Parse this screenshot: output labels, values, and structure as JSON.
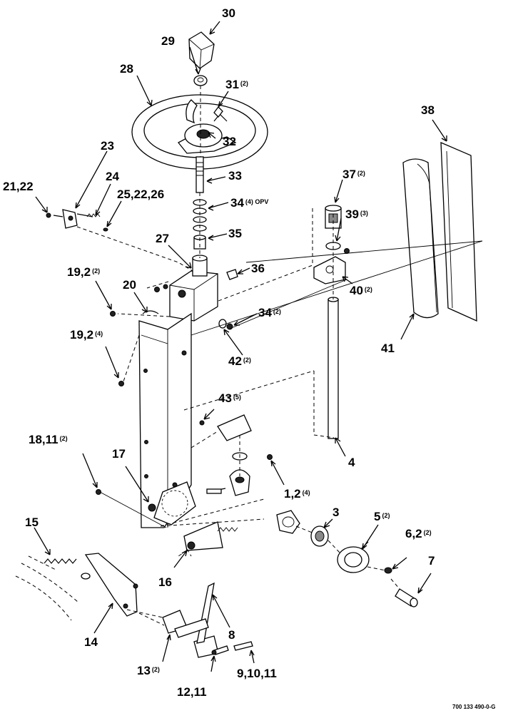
{
  "diagram": {
    "footer_code": "700 133 490-0-G",
    "callouts": [
      {
        "id": "c30",
        "number": "30",
        "qty": ""
      },
      {
        "id": "c29",
        "number": "29",
        "qty": ""
      },
      {
        "id": "c28",
        "number": "28",
        "qty": ""
      },
      {
        "id": "c31",
        "number": "31",
        "qty": "(2)"
      },
      {
        "id": "c32",
        "number": "32",
        "qty": ""
      },
      {
        "id": "c23",
        "number": "23",
        "qty": ""
      },
      {
        "id": "c21",
        "number": "21,22",
        "qty": ""
      },
      {
        "id": "c24",
        "number": "24",
        "qty": ""
      },
      {
        "id": "c25",
        "number": "25,22,26",
        "qty": ""
      },
      {
        "id": "c33",
        "number": "33",
        "qty": ""
      },
      {
        "id": "c34a",
        "number": "34",
        "qty": "(4) OPV"
      },
      {
        "id": "c35",
        "number": "35",
        "qty": ""
      },
      {
        "id": "c27",
        "number": "27",
        "qty": ""
      },
      {
        "id": "c36",
        "number": "36",
        "qty": ""
      },
      {
        "id": "c37",
        "number": "37",
        "qty": "(2)"
      },
      {
        "id": "c38",
        "number": "38",
        "qty": ""
      },
      {
        "id": "c39",
        "number": "39",
        "qty": "(3)"
      },
      {
        "id": "c40",
        "number": "40",
        "qty": "(2)"
      },
      {
        "id": "c19a",
        "number": "19,2",
        "qty": "(2)"
      },
      {
        "id": "c20",
        "number": "20",
        "qty": ""
      },
      {
        "id": "c34b",
        "number": "34",
        "qty": "(2)"
      },
      {
        "id": "c42",
        "number": "42",
        "qty": "(2)"
      },
      {
        "id": "c19b",
        "number": "19,2",
        "qty": "(4)"
      },
      {
        "id": "c41",
        "number": "41",
        "qty": ""
      },
      {
        "id": "c43",
        "number": "43",
        "qty": "(5)"
      },
      {
        "id": "c4",
        "number": "4",
        "qty": ""
      },
      {
        "id": "c18",
        "number": "18,11",
        "qty": "(2)"
      },
      {
        "id": "c17",
        "number": "17",
        "qty": ""
      },
      {
        "id": "c1",
        "number": "1,2",
        "qty": "(4)"
      },
      {
        "id": "c3",
        "number": "3",
        "qty": ""
      },
      {
        "id": "c5",
        "number": "5",
        "qty": "(2)"
      },
      {
        "id": "c15",
        "number": "15",
        "qty": ""
      },
      {
        "id": "c6",
        "number": "6,2",
        "qty": "(2)"
      },
      {
        "id": "c7",
        "number": "7",
        "qty": ""
      },
      {
        "id": "c16",
        "number": "16",
        "qty": ""
      },
      {
        "id": "c8",
        "number": "8",
        "qty": ""
      },
      {
        "id": "c14",
        "number": "14",
        "qty": ""
      },
      {
        "id": "c13",
        "number": "13",
        "qty": "(2)"
      },
      {
        "id": "c12",
        "number": "12,11",
        "qty": ""
      },
      {
        "id": "c9",
        "number": "9,10,11",
        "qty": ""
      }
    ]
  }
}
